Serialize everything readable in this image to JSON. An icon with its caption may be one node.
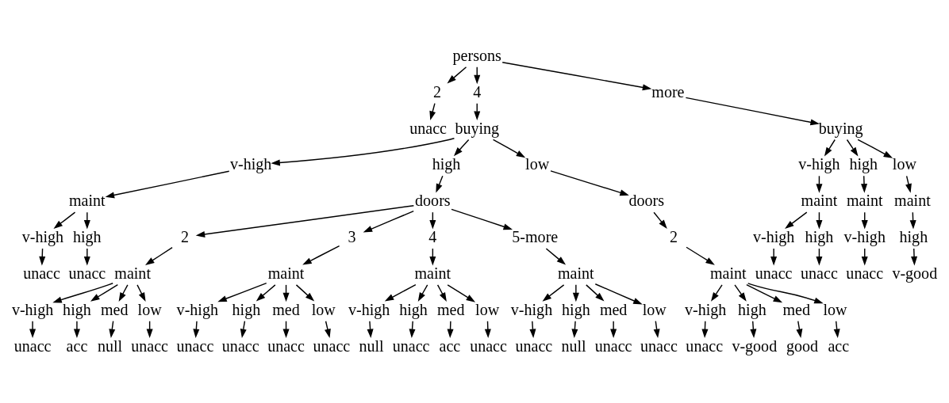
{
  "diagram": {
    "nodes": [
      {
        "text": [
          "persons"
        ]
      },
      {
        "text": [
          "2"
        ]
      },
      {
        "text": [
          "unacc"
        ]
      },
      {
        "text": [
          "4"
        ]
      },
      {
        "text": [
          "buying"
        ]
      },
      {
        "text": [
          "v-high"
        ]
      },
      {
        "text": [
          "maint"
        ]
      },
      {
        "text": [
          "v-high"
        ]
      },
      {
        "text": [
          "unacc"
        ]
      },
      {
        "text": [
          "high"
        ]
      },
      {
        "text": [
          "unacc"
        ]
      },
      {
        "text": [
          "high"
        ]
      },
      {
        "text": [
          "doors"
        ]
      },
      {
        "text": [
          "2"
        ]
      },
      {
        "text": [
          "maint"
        ]
      },
      {
        "text": [
          "v-high"
        ]
      },
      {
        "text": [
          "unacc"
        ]
      },
      {
        "text": [
          "high"
        ]
      },
      {
        "text": [
          "acc"
        ]
      },
      {
        "text": [
          "med"
        ]
      },
      {
        "text": [
          "null"
        ]
      },
      {
        "text": [
          "low"
        ]
      },
      {
        "text": [
          "unacc"
        ]
      },
      {
        "text": [
          "3"
        ]
      },
      {
        "text": [
          "maint"
        ]
      },
      {
        "text": [
          "v-high"
        ]
      },
      {
        "text": [
          "unacc"
        ]
      },
      {
        "text": [
          "high"
        ]
      },
      {
        "text": [
          "unacc"
        ]
      },
      {
        "text": [
          "med"
        ]
      },
      {
        "text": [
          "unacc"
        ]
      },
      {
        "text": [
          "low"
        ]
      },
      {
        "text": [
          "unacc"
        ]
      },
      {
        "text": [
          "4"
        ]
      },
      {
        "text": [
          "maint"
        ]
      },
      {
        "text": [
          "v-high"
        ]
      },
      {
        "text": [
          "null"
        ]
      },
      {
        "text": [
          "high"
        ]
      },
      {
        "text": [
          "unacc"
        ]
      },
      {
        "text": [
          "med"
        ]
      },
      {
        "text": [
          "acc"
        ]
      },
      {
        "text": [
          "low"
        ]
      },
      {
        "text": [
          "unacc"
        ]
      },
      {
        "text": [
          "5-more"
        ]
      },
      {
        "text": [
          "maint"
        ]
      },
      {
        "text": [
          "v-high"
        ]
      },
      {
        "text": [
          "unacc"
        ]
      },
      {
        "text": [
          "high"
        ]
      },
      {
        "text": [
          "null"
        ]
      },
      {
        "text": [
          "med"
        ]
      },
      {
        "text": [
          "unacc"
        ]
      },
      {
        "text": [
          "low"
        ]
      },
      {
        "text": [
          "unacc"
        ]
      },
      {
        "text": [
          "low"
        ]
      },
      {
        "text": [
          "doors"
        ]
      },
      {
        "text": [
          "2"
        ]
      },
      {
        "text": [
          "maint"
        ]
      },
      {
        "text": [
          "v-high"
        ]
      },
      {
        "text": [
          "unacc"
        ]
      },
      {
        "text": [
          "high"
        ]
      },
      {
        "text": [
          "v-good"
        ]
      },
      {
        "text": [
          "med"
        ]
      },
      {
        "text": [
          "good"
        ]
      },
      {
        "text": [
          "low"
        ]
      },
      {
        "text": [
          "acc"
        ]
      },
      {
        "text": [
          "more"
        ]
      },
      {
        "text": [
          "buying"
        ]
      },
      {
        "text": [
          "v-high"
        ]
      },
      {
        "text": [
          "maint"
        ]
      },
      {
        "text": [
          "v-high"
        ]
      },
      {
        "text": [
          "unacc"
        ]
      },
      {
        "text": [
          "high"
        ]
      },
      {
        "text": [
          "unacc"
        ]
      },
      {
        "text": [
          "high"
        ]
      },
      {
        "text": [
          "maint"
        ]
      },
      {
        "text": [
          "v-high"
        ]
      },
      {
        "text": [
          "unacc"
        ]
      },
      {
        "text": [
          "low"
        ]
      },
      {
        "text": [
          "maint"
        ]
      },
      {
        "text": [
          "high"
        ]
      },
      {
        "text": [
          "v-good"
        ]
      }
    ],
    "edges": [
      {
        "from": 0,
        "to": 1,
        "arrow": "to"
      },
      {
        "from": 1,
        "to": 2,
        "arrow": "to"
      },
      {
        "from": 0,
        "to": 3,
        "arrow": "to"
      },
      {
        "from": 3,
        "to": 4,
        "arrow": "to"
      },
      {
        "from": 4,
        "to": 5,
        "arrow": "to"
      },
      {
        "from": 5,
        "to": 6,
        "arrow": "to"
      },
      {
        "from": 6,
        "to": 7,
        "arrow": "to"
      },
      {
        "from": 7,
        "to": 8,
        "arrow": "to"
      },
      {
        "from": 6,
        "to": 9,
        "arrow": "to"
      },
      {
        "from": 9,
        "to": 10,
        "arrow": "to"
      },
      {
        "from": 4,
        "to": 11,
        "arrow": "to"
      },
      {
        "from": 11,
        "to": 12,
        "arrow": "to"
      },
      {
        "from": 12,
        "to": 13,
        "arrow": "to"
      },
      {
        "from": 13,
        "to": 14,
        "arrow": "to"
      },
      {
        "from": 14,
        "to": 15,
        "arrow": "to"
      },
      {
        "from": 15,
        "to": 16,
        "arrow": "to"
      },
      {
        "from": 14,
        "to": 17,
        "arrow": "to"
      },
      {
        "from": 17,
        "to": 18,
        "arrow": "to"
      },
      {
        "from": 14,
        "to": 19,
        "arrow": "to"
      },
      {
        "from": 19,
        "to": 20,
        "arrow": "to"
      },
      {
        "from": 14,
        "to": 21,
        "arrow": "to"
      },
      {
        "from": 21,
        "to": 22,
        "arrow": "to"
      },
      {
        "from": 12,
        "to": 23,
        "arrow": "to"
      },
      {
        "from": 23,
        "to": 24,
        "arrow": "to"
      },
      {
        "from": 24,
        "to": 25,
        "arrow": "to"
      },
      {
        "from": 25,
        "to": 26,
        "arrow": "to"
      },
      {
        "from": 24,
        "to": 27,
        "arrow": "to"
      },
      {
        "from": 27,
        "to": 28,
        "arrow": "to"
      },
      {
        "from": 24,
        "to": 29,
        "arrow": "to"
      },
      {
        "from": 29,
        "to": 30,
        "arrow": "to"
      },
      {
        "from": 24,
        "to": 31,
        "arrow": "to"
      },
      {
        "from": 31,
        "to": 32,
        "arrow": "to"
      },
      {
        "from": 12,
        "to": 33,
        "arrow": "to"
      },
      {
        "from": 33,
        "to": 34,
        "arrow": "to"
      },
      {
        "from": 34,
        "to": 35,
        "arrow": "to"
      },
      {
        "from": 35,
        "to": 36,
        "arrow": "to"
      },
      {
        "from": 34,
        "to": 37,
        "arrow": "to"
      },
      {
        "from": 37,
        "to": 38,
        "arrow": "to"
      },
      {
        "from": 34,
        "to": 39,
        "arrow": "to"
      },
      {
        "from": 39,
        "to": 40,
        "arrow": "to"
      },
      {
        "from": 34,
        "to": 41,
        "arrow": "to"
      },
      {
        "from": 41,
        "to": 42,
        "arrow": "to"
      },
      {
        "from": 12,
        "to": 43,
        "arrow": "to"
      },
      {
        "from": 43,
        "to": 44,
        "arrow": "to"
      },
      {
        "from": 44,
        "to": 45,
        "arrow": "to"
      },
      {
        "from": 45,
        "to": 46,
        "arrow": "to"
      },
      {
        "from": 44,
        "to": 47,
        "arrow": "to"
      },
      {
        "from": 47,
        "to": 48,
        "arrow": "to"
      },
      {
        "from": 44,
        "to": 49,
        "arrow": "to"
      },
      {
        "from": 49,
        "to": 50,
        "arrow": "to"
      },
      {
        "from": 44,
        "to": 51,
        "arrow": "to"
      },
      {
        "from": 51,
        "to": 52,
        "arrow": "to"
      },
      {
        "from": 4,
        "to": 53,
        "arrow": "to"
      },
      {
        "from": 53,
        "to": 54,
        "arrow": "to"
      },
      {
        "from": 54,
        "to": 55,
        "arrow": "to"
      },
      {
        "from": 55,
        "to": 56,
        "arrow": "to"
      },
      {
        "from": 56,
        "to": 57,
        "arrow": "to"
      },
      {
        "from": 57,
        "to": 58,
        "arrow": "to"
      },
      {
        "from": 56,
        "to": 59,
        "arrow": "to"
      },
      {
        "from": 59,
        "to": 60,
        "arrow": "to"
      },
      {
        "from": 56,
        "to": 61,
        "arrow": "to"
      },
      {
        "from": 61,
        "to": 62,
        "arrow": "to"
      },
      {
        "from": 56,
        "to": 63,
        "arrow": "to"
      },
      {
        "from": 63,
        "to": 64,
        "arrow": "to"
      },
      {
        "from": 0,
        "to": 65,
        "arrow": "to"
      },
      {
        "from": 65,
        "to": 66,
        "arrow": "to"
      },
      {
        "from": 66,
        "to": 67,
        "arrow": "to"
      },
      {
        "from": 67,
        "to": 68,
        "arrow": "to"
      },
      {
        "from": 68,
        "to": 69,
        "arrow": "to"
      },
      {
        "from": 69,
        "to": 70,
        "arrow": "to"
      },
      {
        "from": 68,
        "to": 71,
        "arrow": "to"
      },
      {
        "from": 71,
        "to": 72,
        "arrow": "to"
      },
      {
        "from": 66,
        "to": 73,
        "arrow": "to"
      },
      {
        "from": 73,
        "to": 74,
        "arrow": "to"
      },
      {
        "from": 74,
        "to": 75,
        "arrow": "to"
      },
      {
        "from": 75,
        "to": 76,
        "arrow": "to"
      },
      {
        "from": 66,
        "to": 77,
        "arrow": "to"
      },
      {
        "from": 77,
        "to": 78,
        "arrow": "to"
      },
      {
        "from": 78,
        "to": 79,
        "arrow": "to"
      },
      {
        "from": 79,
        "to": 80,
        "arrow": "to"
      }
    ]
  }
}
